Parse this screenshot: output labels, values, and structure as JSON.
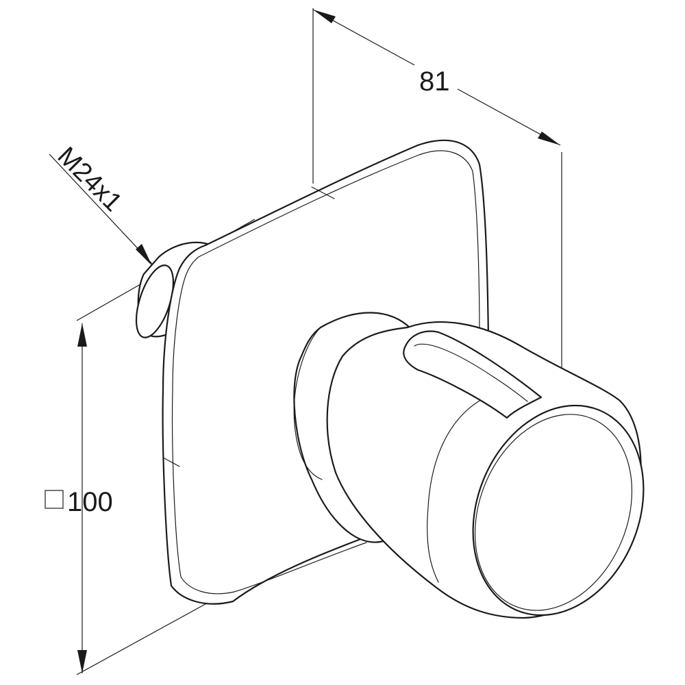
{
  "dimensions": {
    "depth": {
      "value": "81"
    },
    "square_size": {
      "symbol": "□",
      "value": "100"
    },
    "thread": {
      "value": "M24x1"
    }
  },
  "colors": {
    "line": "#1a1a1a",
    "background": "#ffffff"
  },
  "icons": {
    "square_symbol": "square-symbol-icon"
  }
}
